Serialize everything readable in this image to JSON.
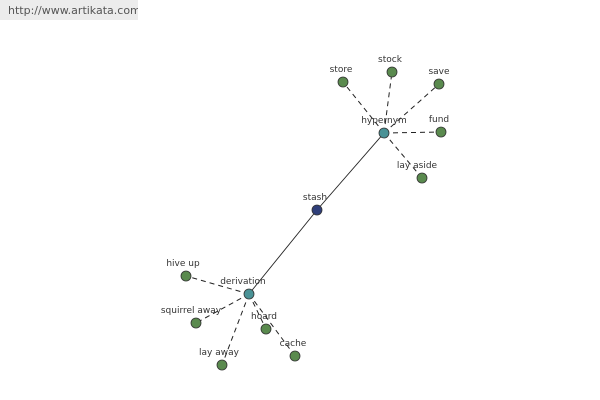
{
  "site_url": "http://www.artikata.com",
  "colors": {
    "word_node": "#5a8a4e",
    "relation_node": "#4a9296",
    "center_node": "#2f3f7a",
    "node_stroke": "#333333",
    "edge": "#222222"
  },
  "graph": {
    "center": {
      "id": "stash",
      "label": "stash"
    },
    "relations": [
      {
        "id": "hypernym",
        "label": "hypernym",
        "words": [
          "store",
          "stock",
          "save",
          "fund",
          "lay aside"
        ]
      },
      {
        "id": "derivation",
        "label": "derivation",
        "words": [
          "hive up",
          "squirrel away",
          "hoard",
          "lay away",
          "cache"
        ]
      }
    ]
  }
}
